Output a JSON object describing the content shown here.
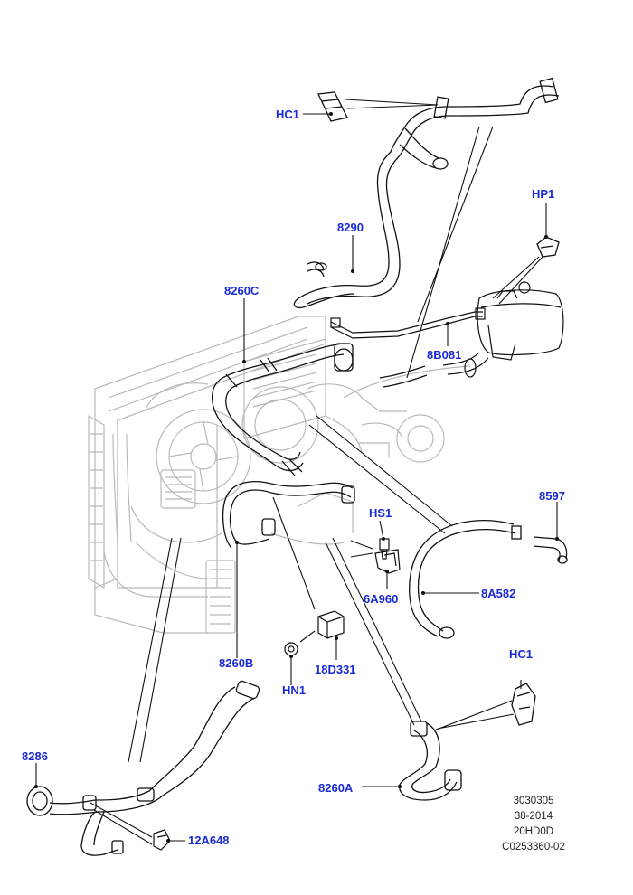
{
  "callouts": {
    "hc1_top": "HC1",
    "hose_8290": "8290",
    "hp1": "HP1",
    "hose_8260c": "8260C",
    "sensor_8b081": "8B081",
    "hose_8597": "8597",
    "hs1": "HS1",
    "bracket_6a960": "6A960",
    "hose_8a582": "8A582",
    "hose_8260b": "8260B",
    "part_18d331": "18D331",
    "hn1": "HN1",
    "hc1_bottom": "HC1",
    "hose_8286": "8286",
    "hose_8260a": "8260A",
    "sensor_12a648": "12A648"
  },
  "stamp": {
    "line1": "3030305",
    "line2": "38-2014",
    "line3": "20HD0D",
    "line4": "C0253360-02"
  },
  "colors": {
    "callout_text": "#1a2bd6",
    "hose_stroke": "#111111",
    "ghost_stroke": "#b9b9b9",
    "leader": "#111111"
  }
}
